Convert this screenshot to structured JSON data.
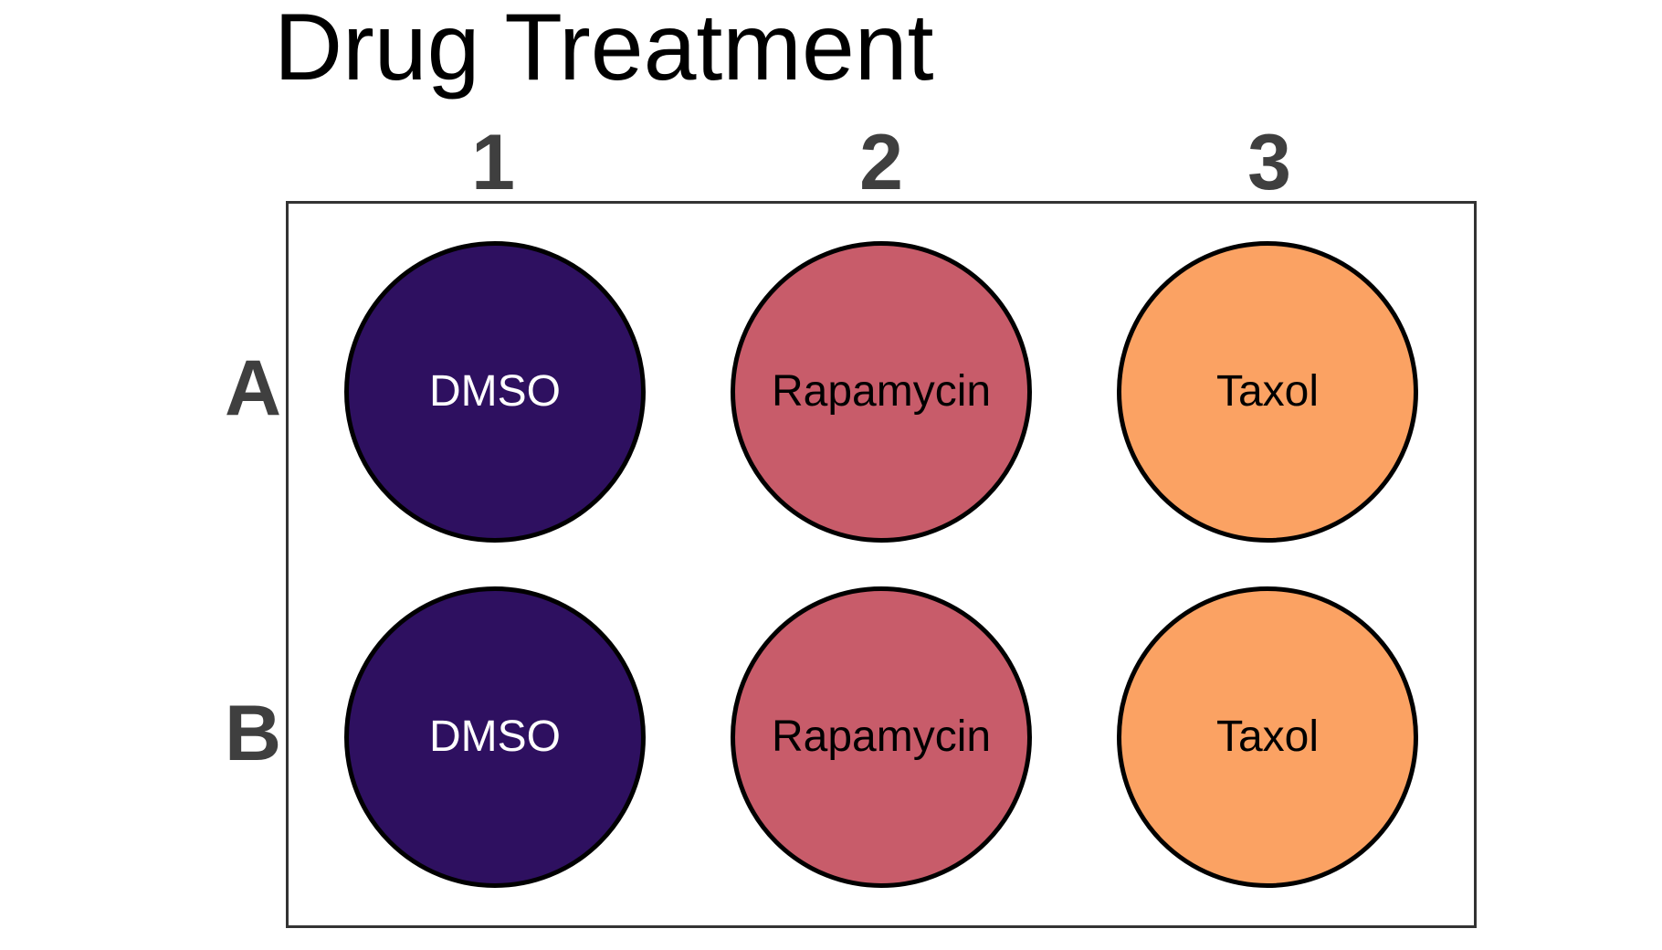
{
  "title": "Drug Treatment",
  "plate": {
    "column_labels": [
      "1",
      "2",
      "3"
    ],
    "row_labels": [
      "A",
      "B"
    ],
    "wells": [
      {
        "id": "A1",
        "row": "A",
        "column": "1",
        "label": "DMSO",
        "fill": "#2e1060",
        "text_color": "#ffffff"
      },
      {
        "id": "A2",
        "row": "A",
        "column": "2",
        "label": "Rapamycin",
        "fill": "#c85c6a",
        "text_color": "#000000"
      },
      {
        "id": "A3",
        "row": "A",
        "column": "3",
        "label": "Taxol",
        "fill": "#fba263",
        "text_color": "#000000"
      },
      {
        "id": "B1",
        "row": "B",
        "column": "1",
        "label": "DMSO",
        "fill": "#2e1060",
        "text_color": "#ffffff"
      },
      {
        "id": "B2",
        "row": "B",
        "column": "2",
        "label": "Rapamycin",
        "fill": "#c85c6a",
        "text_color": "#000000"
      },
      {
        "id": "B3",
        "row": "B",
        "column": "3",
        "label": "Taxol",
        "fill": "#fba263",
        "text_color": "#000000"
      }
    ]
  },
  "colors": {
    "background": "#ffffff",
    "title_text": "#000000",
    "axis_labels": "#3f3f3f",
    "plate_border": "#333333",
    "well_border": "#000000",
    "well_dmso": "#2e1060",
    "well_rapamycin": "#c85c6a",
    "well_taxol": "#fba263"
  }
}
